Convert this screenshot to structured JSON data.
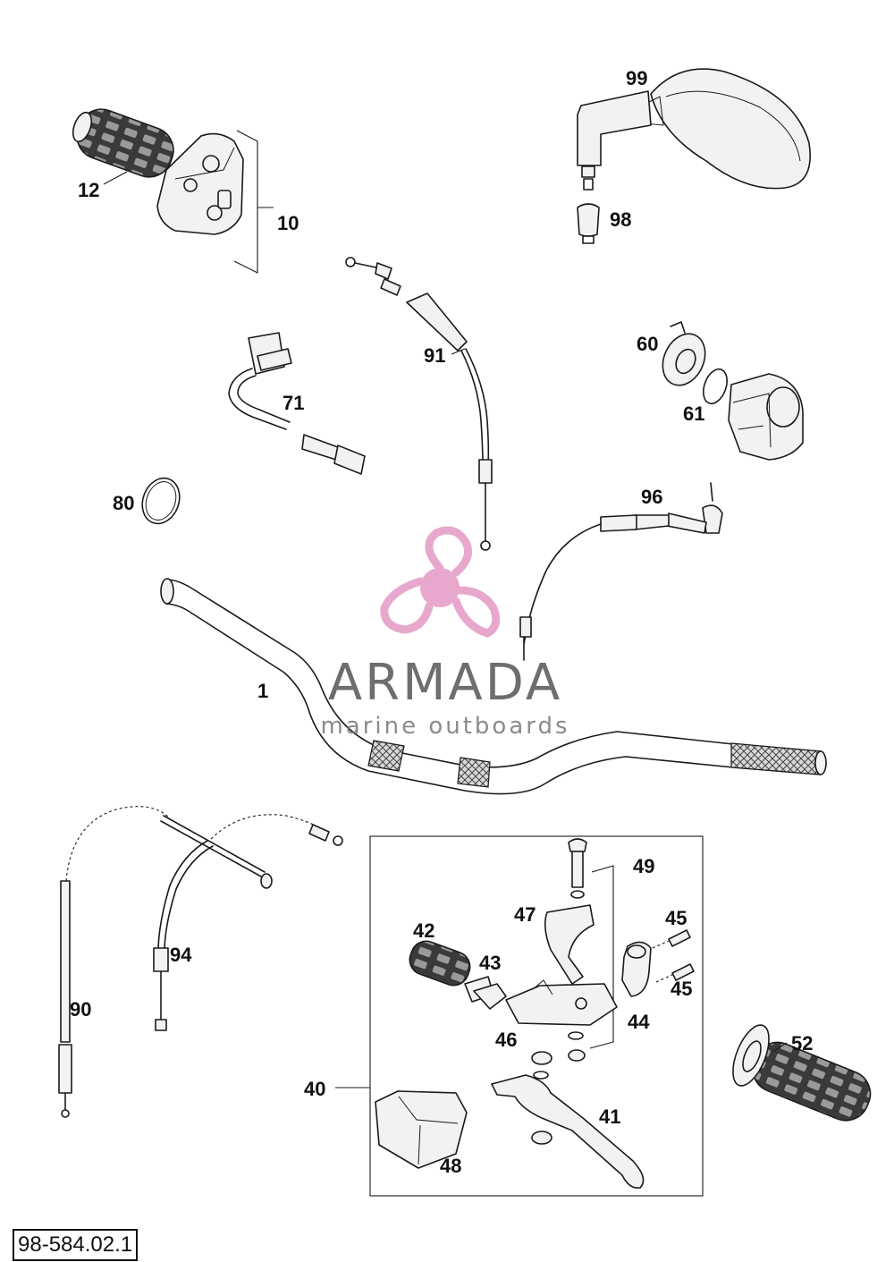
{
  "labels": {
    "p1": "1",
    "p10": "10",
    "p12": "12",
    "p40": "40",
    "p41": "41",
    "p42": "42",
    "p43": "43",
    "p44": "44",
    "p45a": "45",
    "p45b": "45",
    "p46": "46",
    "p47": "47",
    "p48": "48",
    "p49": "49",
    "p52": "52",
    "p60": "60",
    "p61": "61",
    "p71": "71",
    "p80": "80",
    "p90": "90",
    "p91": "91",
    "p94": "94",
    "p96": "96",
    "p98": "98",
    "p99": "99"
  },
  "watermark": {
    "name": "ARMADA",
    "subtitle": "marine outboards",
    "logo": "propeller-logo",
    "color": "#e59ac6"
  },
  "catalog_code": "98-584.02.1"
}
